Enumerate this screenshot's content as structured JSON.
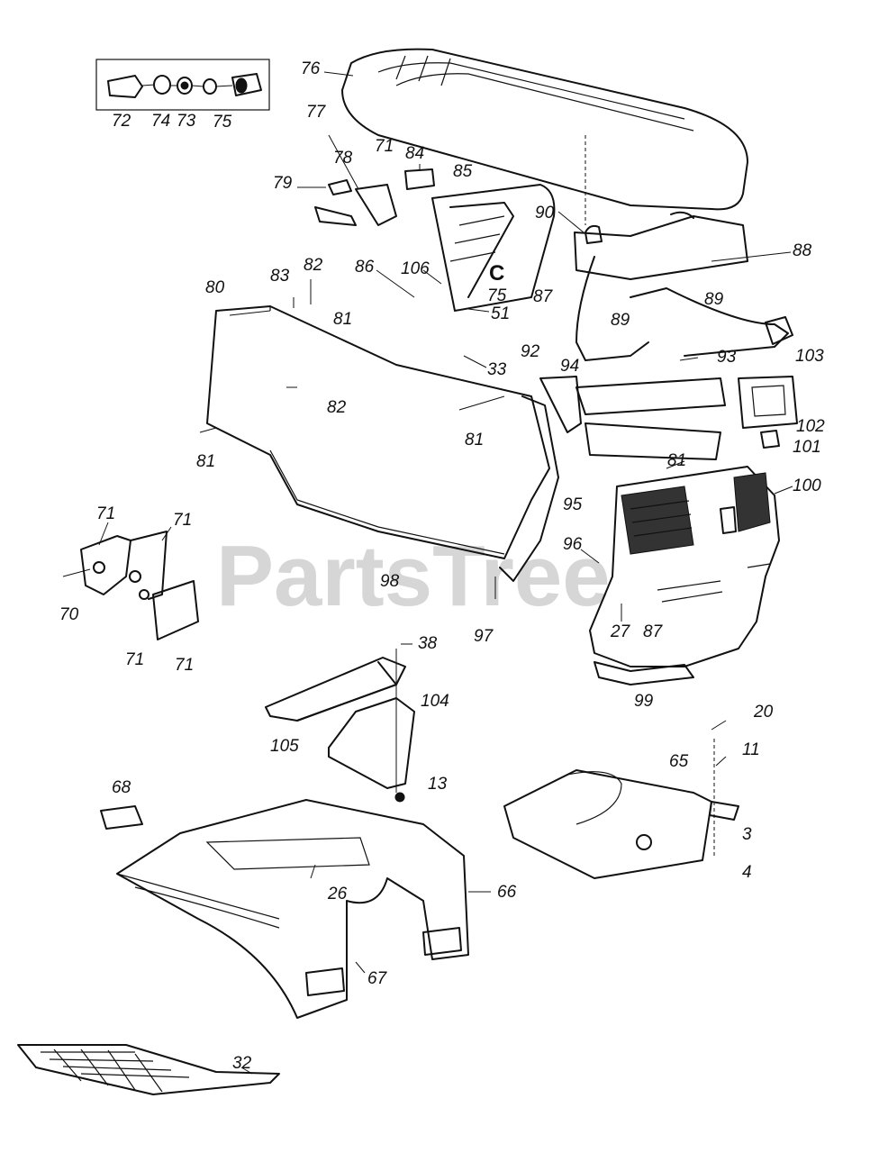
{
  "watermark": "PartsTree",
  "callouts": [
    {
      "id": "c72",
      "text": "72"
    },
    {
      "id": "c74",
      "text": "74"
    },
    {
      "id": "c73",
      "text": "73"
    },
    {
      "id": "c75a",
      "text": "75"
    },
    {
      "id": "c76",
      "text": "76"
    },
    {
      "id": "c77",
      "text": "77"
    },
    {
      "id": "c78",
      "text": "78"
    },
    {
      "id": "c71a",
      "text": "71"
    },
    {
      "id": "c84",
      "text": "84"
    },
    {
      "id": "c85",
      "text": "85"
    },
    {
      "id": "c79",
      "text": "79"
    },
    {
      "id": "c90",
      "text": "90"
    },
    {
      "id": "c88",
      "text": "88"
    },
    {
      "id": "c80",
      "text": "80"
    },
    {
      "id": "c83",
      "text": "83"
    },
    {
      "id": "c82a",
      "text": "82"
    },
    {
      "id": "c86",
      "text": "86"
    },
    {
      "id": "c106",
      "text": "106"
    },
    {
      "id": "cC",
      "text": "C"
    },
    {
      "id": "c75b",
      "text": "75"
    },
    {
      "id": "c87a",
      "text": "87"
    },
    {
      "id": "c89a",
      "text": "89"
    },
    {
      "id": "c89b",
      "text": "89"
    },
    {
      "id": "c81a",
      "text": "81"
    },
    {
      "id": "c51",
      "text": "51"
    },
    {
      "id": "c33",
      "text": "33"
    },
    {
      "id": "c92",
      "text": "92"
    },
    {
      "id": "c94",
      "text": "94"
    },
    {
      "id": "c93",
      "text": "93"
    },
    {
      "id": "c103",
      "text": "103"
    },
    {
      "id": "c82b",
      "text": "82"
    },
    {
      "id": "c81b",
      "text": "81"
    },
    {
      "id": "c81c",
      "text": "81"
    },
    {
      "id": "c102",
      "text": "102"
    },
    {
      "id": "c101",
      "text": "101"
    },
    {
      "id": "c81d",
      "text": "81"
    },
    {
      "id": "c100",
      "text": "100"
    },
    {
      "id": "c95",
      "text": "95"
    },
    {
      "id": "c71b",
      "text": "71"
    },
    {
      "id": "c71c",
      "text": "71"
    },
    {
      "id": "c96",
      "text": "96"
    },
    {
      "id": "c98",
      "text": "98"
    },
    {
      "id": "c70",
      "text": "70"
    },
    {
      "id": "c97",
      "text": "97"
    },
    {
      "id": "c27",
      "text": "27"
    },
    {
      "id": "c87b",
      "text": "87"
    },
    {
      "id": "c71d",
      "text": "71"
    },
    {
      "id": "c71e",
      "text": "71"
    },
    {
      "id": "c38",
      "text": "38"
    },
    {
      "id": "c99",
      "text": "99"
    },
    {
      "id": "c104",
      "text": "104"
    },
    {
      "id": "c105",
      "text": "105"
    },
    {
      "id": "c13",
      "text": "13"
    },
    {
      "id": "c20",
      "text": "20"
    },
    {
      "id": "c11",
      "text": "11"
    },
    {
      "id": "c65",
      "text": "65"
    },
    {
      "id": "c68",
      "text": "68"
    },
    {
      "id": "c3",
      "text": "3"
    },
    {
      "id": "c4",
      "text": "4"
    },
    {
      "id": "c26",
      "text": "26"
    },
    {
      "id": "c66",
      "text": "66"
    },
    {
      "id": "c67",
      "text": "67"
    },
    {
      "id": "c32",
      "text": "32"
    }
  ]
}
